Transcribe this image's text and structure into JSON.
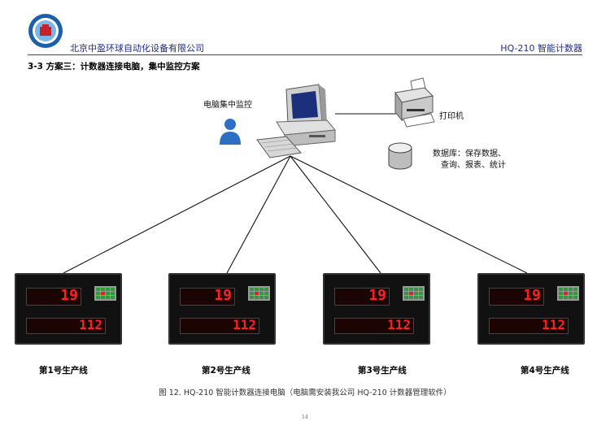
{
  "header": {
    "company": "北京中盈环球自动化设备有限公司",
    "product": "HQ-210 智能计数器"
  },
  "section_title": "3-3 方案三：计数器连接电脑，集中监控方案",
  "diagram": {
    "monitor_label": "电脑集中监控",
    "printer_label": "打印机",
    "database_label_line1": "数据库：保存数据、",
    "database_label_line2": "查询、报表、统计",
    "counters": [
      {
        "line_label": "第1号生产线",
        "display_top": "19",
        "display_bottom": "112"
      },
      {
        "line_label": "第2号生产线",
        "display_top": "19",
        "display_bottom": "112"
      },
      {
        "line_label": "第3号生产线",
        "display_top": "19",
        "display_bottom": "112"
      },
      {
        "line_label": "第4号生产线",
        "display_top": "19",
        "display_bottom": "112"
      }
    ]
  },
  "caption": "图 12. HQ-210 智能计数器连接电脑（电脑需安装我公司 HQ-210 计数器管理软件）",
  "page_number": "14"
}
